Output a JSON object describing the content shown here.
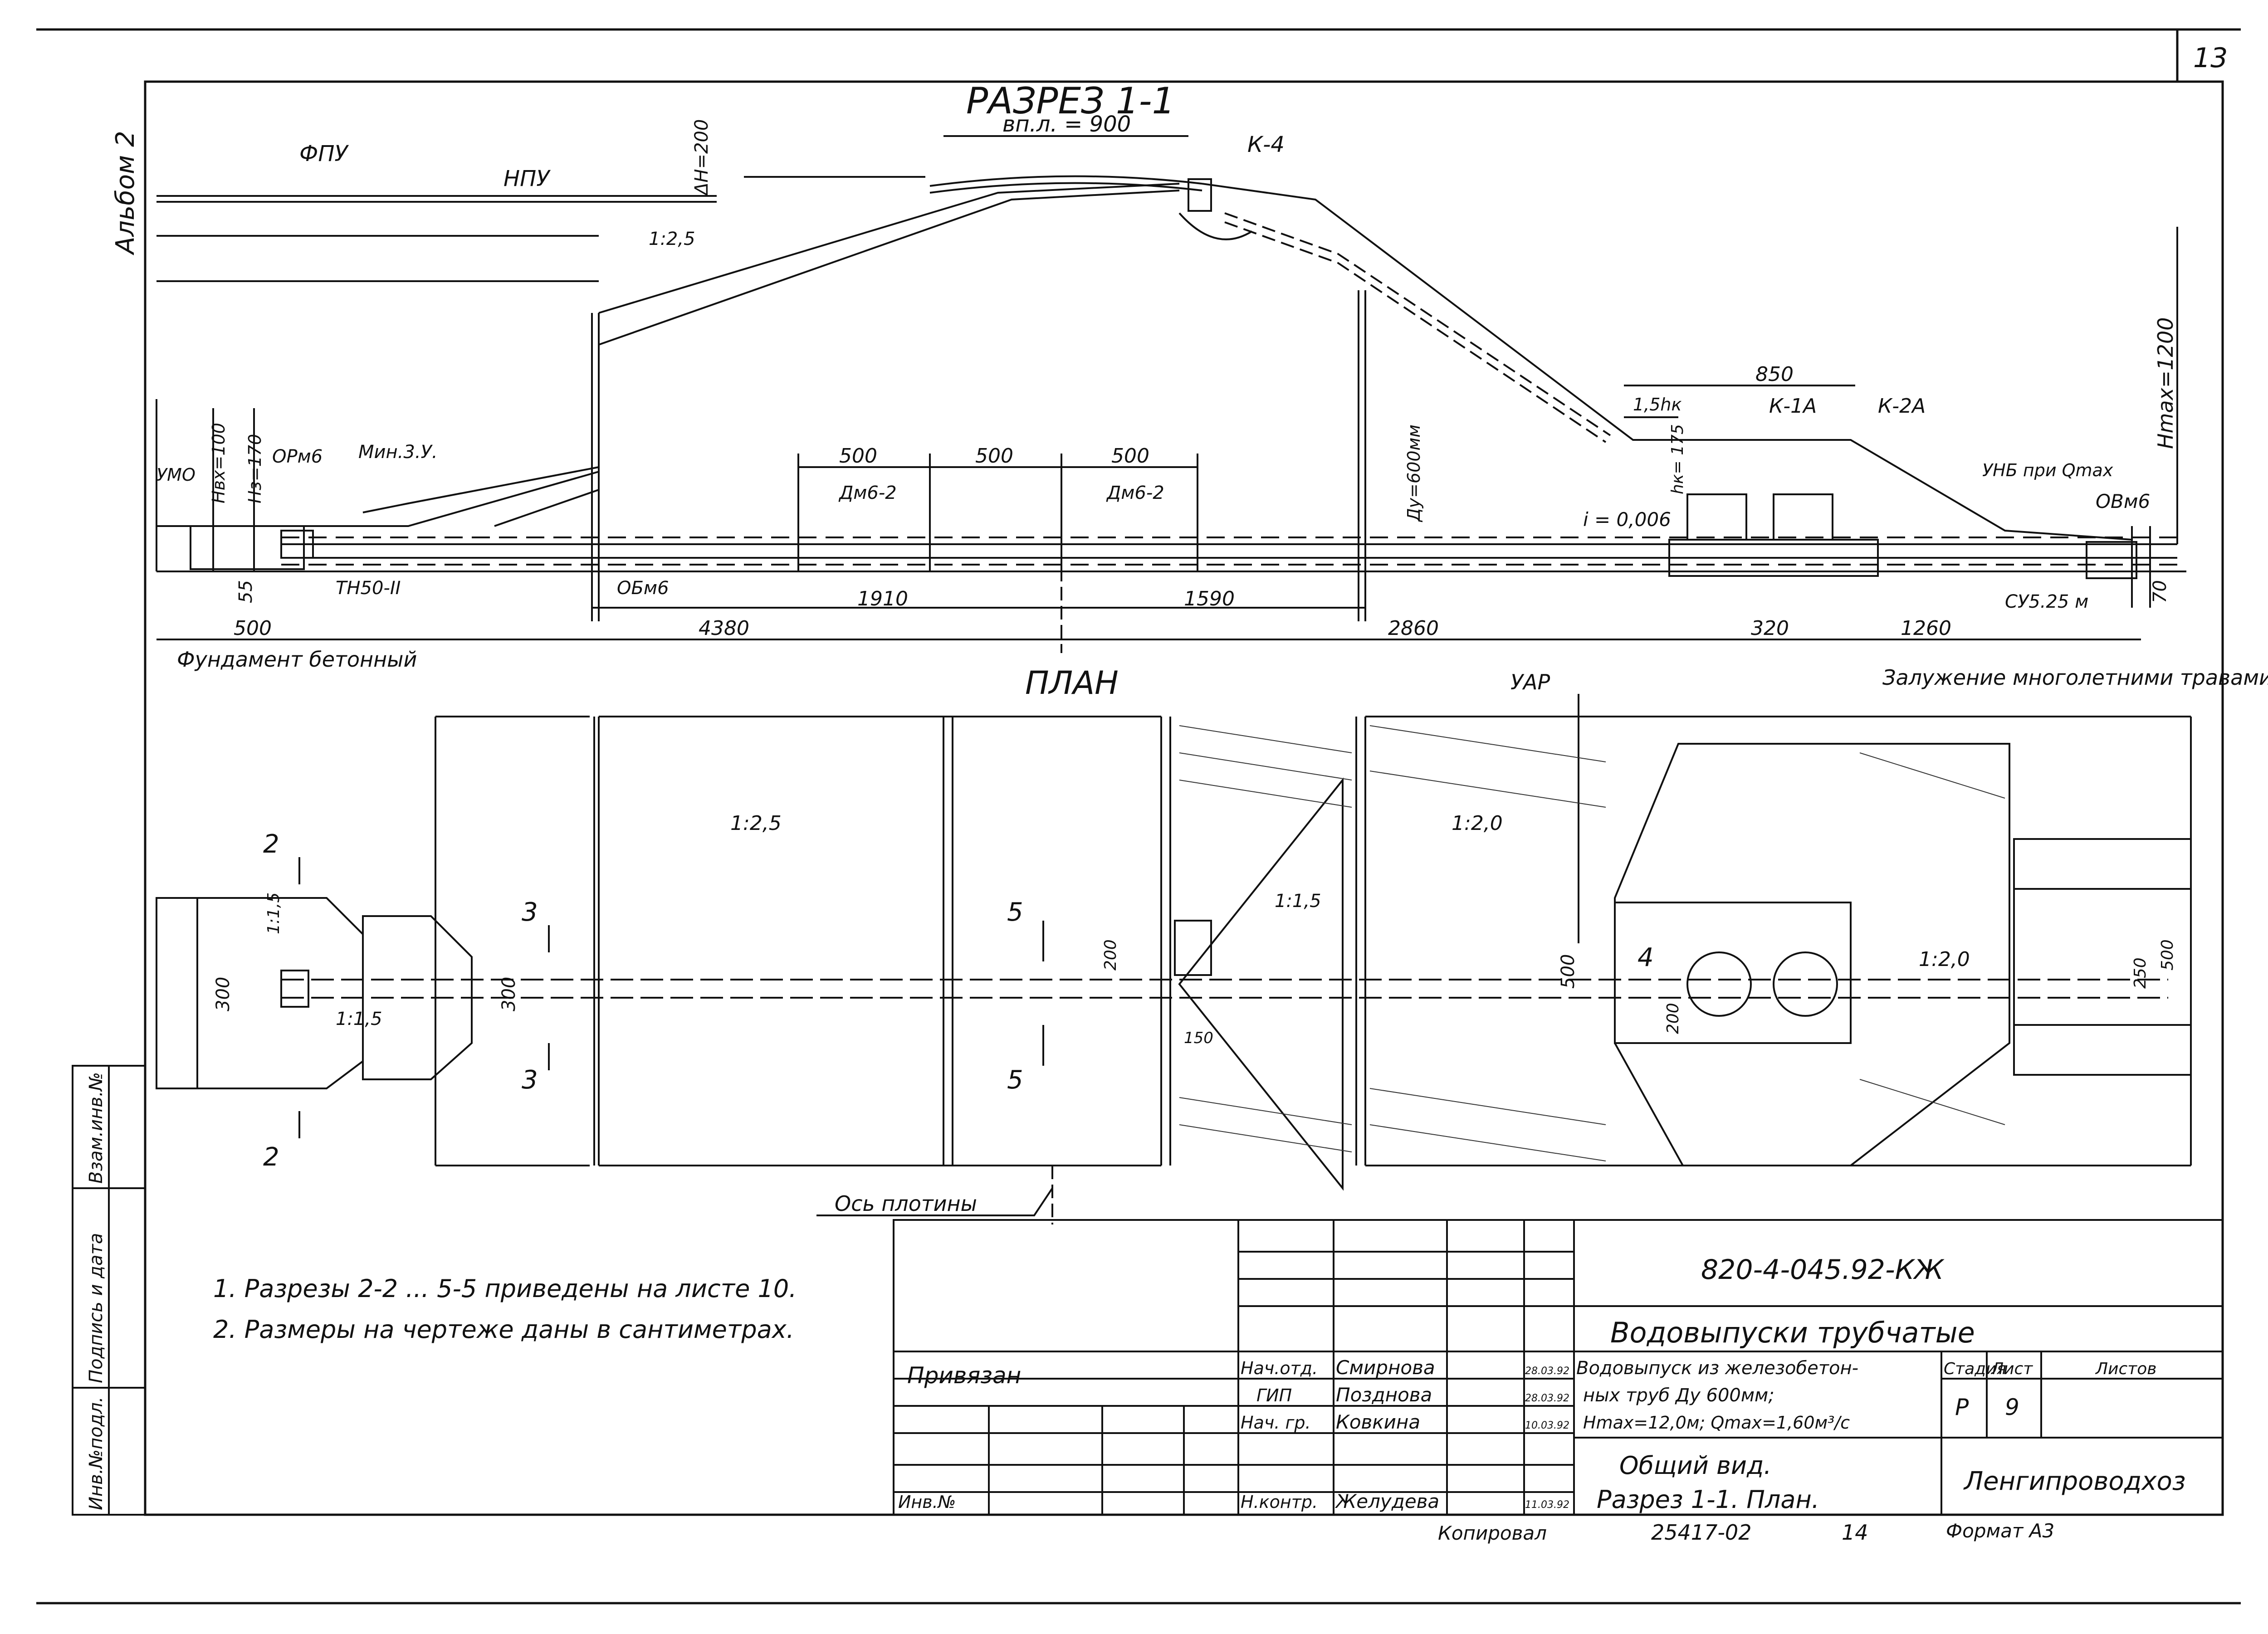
{
  "sheet_number": "13",
  "album": "Альбом 2",
  "section": {
    "title": "РАЗРЕЗ 1-1",
    "crest_width": "вп.л. = 900",
    "labels": {
      "fpu": "ФПУ",
      "npu": "НПУ",
      "k4": "К-4",
      "dh": "ΔH=200",
      "slope_up": "1:2,5",
      "umo": "УМО",
      "nvx": "Hвх=100",
      "nz": "Hз=170",
      "orm": "ОРм6",
      "min": "Мин.3.У.",
      "tn": "ТН50-II",
      "obm": "ОБм6",
      "dm1": "Дм6-2",
      "dm2": "Дм6-2",
      "du": "Дy=600мм",
      "slope_i": "i = 0,006",
      "hk15": "1,5hк",
      "d850": "850",
      "k1a": "К-1А",
      "k2a": "К-2А",
      "hk175": "hк= 175",
      "hmax": "Hmax=1200",
      "unb": "УНБ при Qmax",
      "ovm": "ОВм6",
      "su": "СУ5.25 м",
      "d55": "55",
      "d70": "70",
      "fund": "Фундамент бетонный"
    },
    "dims_top": [
      "500",
      "500",
      "500"
    ],
    "dims_bottom": [
      "500",
      "4380",
      "1910",
      "1590",
      "2860",
      "320",
      "1260"
    ]
  },
  "plan": {
    "title": "ПЛАН",
    "labels": {
      "uar": "УАР",
      "grass": "Залужение многолетними травами",
      "axis": "Ось плотины",
      "s2": "2",
      "s3": "3",
      "s4": "4",
      "s5": "5",
      "slope25": "1:2,5",
      "slope20": "1:2,0",
      "slope15": "1:1,5"
    },
    "dims": [
      "1:1,5",
      "300",
      "1:1,5",
      "300",
      "200",
      "150",
      "500",
      "200",
      "250",
      "500"
    ]
  },
  "notes": [
    "1. Разрезы 2-2 ... 5-5 приведены на листе 10.",
    "2. Размеры на чертеже даны в сантиметрах."
  ],
  "left_strip": [
    "Инв.№подл.",
    "Подпись и дата",
    "Взам.инв.№"
  ],
  "title_block": {
    "code": "820-4-045.92-КЖ",
    "series": "Водовыпуски трубчатые",
    "privyazan": "Привязан",
    "inv": "Инв.№",
    "roles": [
      {
        "role": "Нач.отд.",
        "name": "Смирнова",
        "date": "28.03.92"
      },
      {
        "role": "ГИП",
        "name": "Позднова",
        "date": "28.03.92"
      },
      {
        "role": "Нач. гр.",
        "name": "Ковкина",
        "date": "10.03.92"
      },
      {
        "role": "Н.контр.",
        "name": "Желудева",
        "date": "11.03.92"
      }
    ],
    "description_1": "Водовыпуск из железобетон-",
    "description_2": "ных труб Ду 600мм;",
    "description_3": "Hmax=12,0м; Qmax=1,60м³/с",
    "sheet_title_1": "Общий вид.",
    "sheet_title_2": "Разрез 1-1. План.",
    "stage_h": "Стадия",
    "sheet_h": "Лист",
    "sheets_h": "Листов",
    "stage": "Р",
    "sheet": "9",
    "org": "Ленгипроводхоз",
    "copied": "Копировал",
    "doc_no": "25417-02",
    "page": "14",
    "format": "Формат А3"
  }
}
